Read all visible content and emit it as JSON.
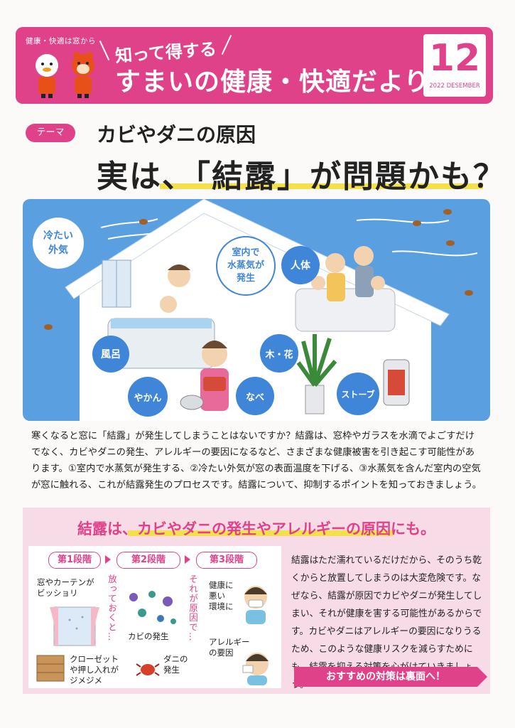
{
  "header": {
    "tagline": "健康・快適は窓から",
    "kicker": "知って得する",
    "title": "すまいの健康・快適だより",
    "issue_number": "12",
    "issue_date": "2022 DESEMBER"
  },
  "theme": {
    "badge": "テーマ",
    "subtitle": "カビやダニの原因",
    "headline": "実は、「結露」が問題かも？"
  },
  "illustration": {
    "cold_air": [
      "冷たい",
      "外気"
    ],
    "indoor_vapor": [
      "室内で",
      "水蒸気が",
      "発生"
    ],
    "sources": {
      "human": "人体",
      "bath": "風呂",
      "kettle": "やかん",
      "pot": "なべ",
      "plants": "木・花",
      "stove": "ストーブ"
    }
  },
  "body": {
    "paragraph": "寒くなると窓に「結露」が発生してしまうことはないですか？結露は、窓枠やガラスを水滴でよごすだけでなく、カビやダニの発生、アレルギーの要因になるなど、さまざまな健康被害を引き起こす可能性があります。①室内で水蒸気が発生する、②冷たい外気が窓の表面温度を下げる、③水蒸気を含んだ室内の空気が窓に触れる、これが結露発生のプロセスです。結露について、抑制するポイントを知っておきましょう。"
  },
  "section": {
    "heading": "結露は、カビやダニの発生やアレルギーの原因にも。",
    "stages": [
      "第1段階",
      "第2段階",
      "第3段階"
    ],
    "stage1_labels": {
      "window": [
        "窓やカーテンが",
        "ビッショリ"
      ],
      "closet": [
        "クローゼット",
        "や押し入れが",
        "ジメジメ"
      ]
    },
    "stage2_labels": {
      "neglect": "放っておくと…",
      "mold": "カビの発生",
      "mite": [
        "ダニの",
        "発生"
      ]
    },
    "stage3_labels": {
      "cause": "それが原因で…",
      "unhealthy": [
        "健康に",
        "悪い",
        "環境に"
      ],
      "allergy": [
        "アレルギー",
        "の要因"
      ]
    },
    "right_text": "結露はただ濡れているだけだから、そのうち乾くからと放置してしまうのは大変危険です。なぜなら、結露が原因でカビやダニが発生してしまい、それが健康を害する可能性があるからです。カビやダニはアレルギーの要因になりうるため、このような健康リスクを減らすためにも、結露を抑える対策を心がけていきましょう。",
    "cta": "おすすめの対策は裏面へ！"
  },
  "colors": {
    "accent": "#e0428a",
    "sky": "#5a9fe0",
    "bubble": "#3f86d8",
    "highlight": "#f4e04a",
    "section_bg": "#f7dbe7"
  }
}
